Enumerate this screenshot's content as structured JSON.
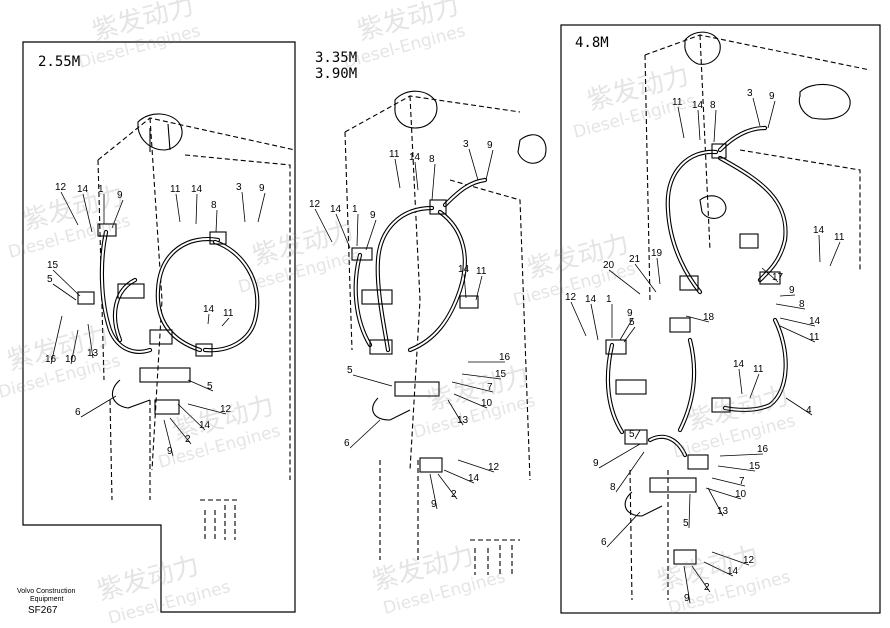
{
  "panels": [
    {
      "id": "left",
      "titles": [
        "2.55M"
      ]
    },
    {
      "id": "mid",
      "titles": [
        "3.35M",
        "3.90M"
      ]
    },
    {
      "id": "right",
      "titles": [
        "4.8M"
      ]
    }
  ],
  "footer": {
    "company_line1": "Volvo Construction",
    "company_line2": "Equipment",
    "code": "SF267"
  },
  "watermark": {
    "brand_cn": "紫发动力",
    "brand_en": "Diesel-Engines"
  },
  "callouts": {
    "left": [
      "12",
      "14",
      "1",
      "9",
      "11",
      "14",
      "8",
      "3",
      "9",
      "15",
      "5",
      "16",
      "10",
      "13",
      "14",
      "11",
      "6",
      "5",
      "12",
      "14",
      "2",
      "9"
    ],
    "mid": [
      "11",
      "14",
      "8",
      "3",
      "9",
      "12",
      "14",
      "1",
      "9",
      "14",
      "11",
      "16",
      "15",
      "5",
      "7",
      "10",
      "13",
      "6",
      "12",
      "14",
      "2",
      "9"
    ],
    "right": [
      "11",
      "14",
      "8",
      "3",
      "9",
      "19",
      "20",
      "21",
      "18",
      "12",
      "14",
      "1",
      "9",
      "14",
      "11",
      "17",
      "9",
      "8",
      "14",
      "11",
      "14",
      "11",
      "4",
      "9",
      "8",
      "16",
      "15",
      "7",
      "10",
      "6",
      "5",
      "13",
      "12",
      "14",
      "2",
      "9",
      "5",
      "5"
    ]
  },
  "colors": {
    "line": "#000000",
    "background": "#ffffff",
    "watermark": "#8a8a8a"
  }
}
